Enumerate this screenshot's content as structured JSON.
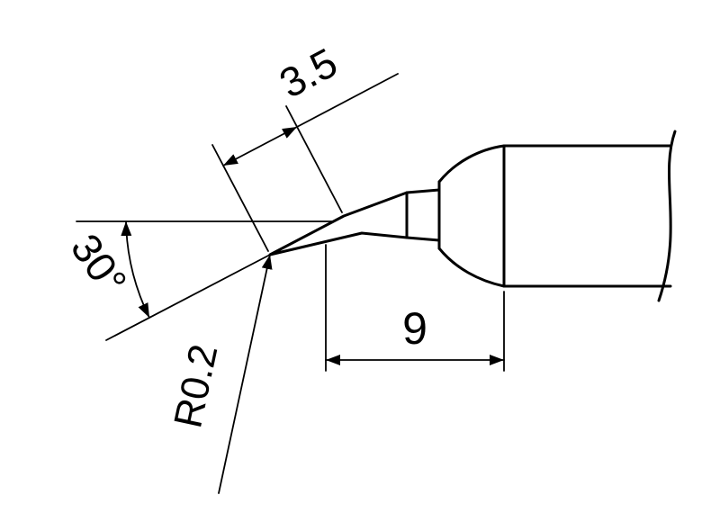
{
  "drawing": {
    "type": "technical-dimension-drawing",
    "subject": "bent conical soldering iron tip profile",
    "dimensions": {
      "bent_tip_length": "3.5",
      "bend_angle": "30°",
      "tip_radius": "R0.2",
      "cone_length": "9"
    },
    "colors": {
      "line": "#000000",
      "background": "#ffffff"
    }
  }
}
